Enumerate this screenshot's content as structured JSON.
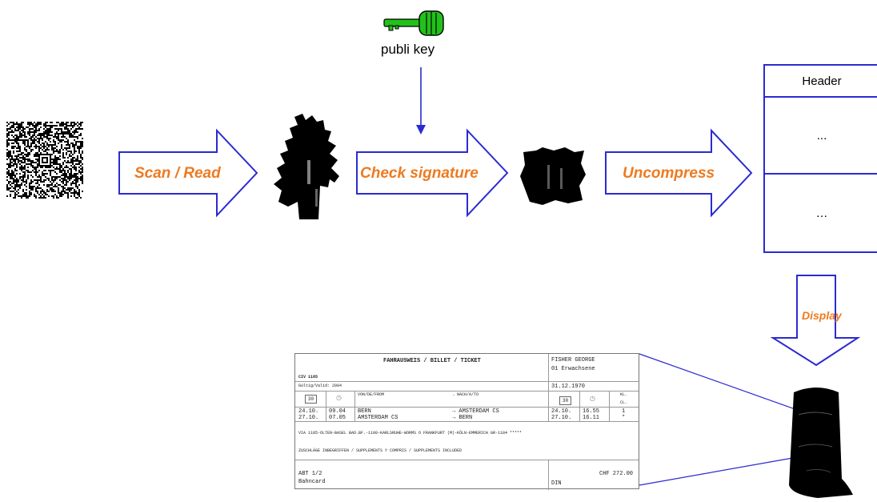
{
  "key": {
    "label": "publi key"
  },
  "arrows": {
    "scan": "Scan / Read",
    "check": "Check signature",
    "uncompress": "Uncompress",
    "display": "Display"
  },
  "data_box": {
    "header": "Header",
    "row1": "...",
    "row2": "…"
  },
  "ticket": {
    "title": "FAHRAUSWEIS / BILLET / TICKET",
    "name": "FISHER GEORGE",
    "passengers": "01 Erwachsene",
    "code": "CIV 1185",
    "valid": "Gültig/Valid: 2004",
    "birthdate": "31.12.1970",
    "day_label": "30",
    "day_label2": "30",
    "from_label": "VON/DE/FROM",
    "to_label": "→ NACH/A/TO",
    "class_label": "KL.",
    "class_label2": "CL.",
    "rows": [
      {
        "date": "24.10.",
        "time": "09.04",
        "from": "BERN",
        "to": "→ AMSTERDAM CS",
        "arr_date": "24.10.",
        "arr_time": "16.55",
        "cls": "1"
      },
      {
        "date": "27.10.",
        "time": "07.05",
        "from": "AMSTERDAM CS",
        "to": "→ BERN",
        "arr_date": "27.10.",
        "arr_time": "16.11",
        "cls": "*"
      }
    ],
    "via": "VIA 1185-OLTEN-BASEL BAD.BF.-1180-KARLSRUHE-WORMS O FRANKFURT (M)-KÖLN-EMMERICH GR-1184 *****",
    "supplements": "ZUSCHLÄGE INBEGRIFFEN / SUPPLEMENTS Y COMPRIS / SUPPLEMENTS INCLUDED",
    "abt": "ABT 1/2",
    "bahncard": "Bahncard",
    "price": "CHF 272.00",
    "din": "DIN"
  },
  "colors": {
    "arrow_stroke": "#2b2bd1",
    "label": "#ee7a1f",
    "key": "#22c11a"
  }
}
